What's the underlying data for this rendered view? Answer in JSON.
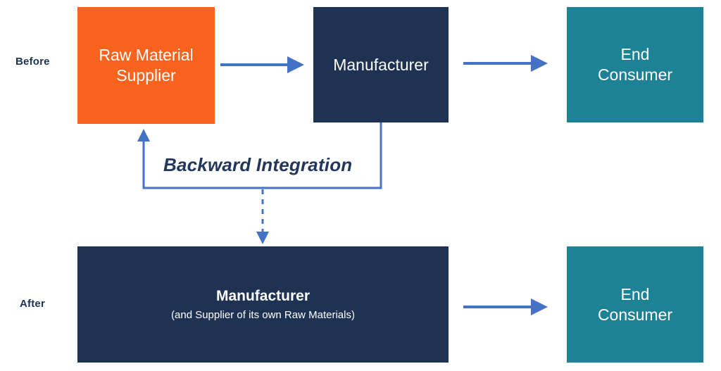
{
  "diagram": {
    "title": "Backward Integration",
    "rows": [
      {
        "key": "before",
        "label": "Before"
      },
      {
        "key": "after",
        "label": "After"
      }
    ],
    "before": {
      "supplier": {
        "line1": "Raw Material",
        "line2": "Supplier"
      },
      "manufacturer": {
        "line1": "Manufacturer"
      },
      "consumer": {
        "line1": "End",
        "line2": "Consumer"
      }
    },
    "after": {
      "manufacturer": {
        "title": "Manufacturer",
        "subtitle": "(and Supplier of its own Raw Materials)"
      },
      "consumer": {
        "line1": "End",
        "line2": "Consumer"
      }
    },
    "annotation": {
      "backward_integration": "Backward Integration"
    },
    "connectors": [
      {
        "name": "supplier-to-manufacturer",
        "style": "solid",
        "direction": "right"
      },
      {
        "name": "manufacturer-to-consumer",
        "style": "solid",
        "direction": "right"
      },
      {
        "name": "manufacturer-back-to-supplier",
        "style": "solid",
        "direction": "up"
      },
      {
        "name": "before-to-after-transition",
        "style": "dashed",
        "direction": "down"
      },
      {
        "name": "manufacturer-after-to-consumer",
        "style": "solid",
        "direction": "right"
      }
    ],
    "colors": {
      "supplier_orange": "#F9631D",
      "manufacturer_navy": "#1E3253",
      "consumer_teal": "#1E8296",
      "arrow_blue": "#4472C4",
      "text_navy": "#1E3253",
      "background": "#FFFFFF"
    }
  }
}
